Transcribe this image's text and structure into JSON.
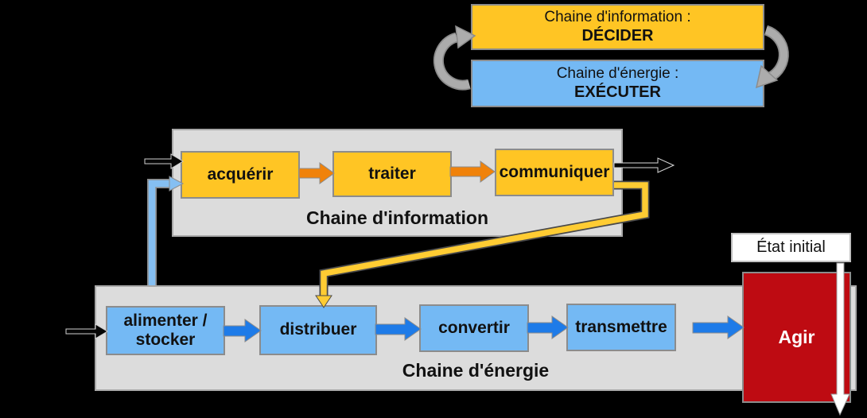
{
  "title_cycle": {
    "info": {
      "line1": "Chaine d'information :",
      "line2": "DÉCIDER"
    },
    "energy": {
      "line1": "Chaine d'énergie :",
      "line2": "EXÉCUTER"
    }
  },
  "info_chain": {
    "label": "Chaine d'information",
    "steps": [
      "acquérir",
      "traiter",
      "communiquer"
    ]
  },
  "energy_chain": {
    "label": "Chaine d'énergie",
    "steps": [
      "alimenter / stocker",
      "distribuer",
      "convertir",
      "transmettre"
    ]
  },
  "action_box": {
    "label": "Agir"
  },
  "state_label": {
    "label": "État initial"
  },
  "icons": {
    "cycle_left": "loop-arrow-up-icon",
    "cycle_right": "loop-arrow-down-icon",
    "flow_info": "orange-right-arrow-icon",
    "flow_energy": "blue-right-arrow-icon",
    "inputs": "black-right-arrow-icon",
    "output": "black-outline-right-arrow-icon",
    "feedback_order": "yellow-elbow-arrow-icon",
    "feedback_measure": "lightblue-elbow-arrow-icon",
    "state_flow": "white-down-arrow-icon"
  },
  "colors": {
    "chain_yellow": "#FFC524",
    "chain_blue": "#74B9F4",
    "arrow_orange": "#F0820A",
    "arrow_blue": "#1E7BE8",
    "action_red": "#BE0B12",
    "panel_gray": "#DCDCDC",
    "cycle_gray": "#ACACAC",
    "feedback_yellow": "#FFCC33",
    "feedback_blue": "#85BFF2",
    "background": "#000000"
  }
}
